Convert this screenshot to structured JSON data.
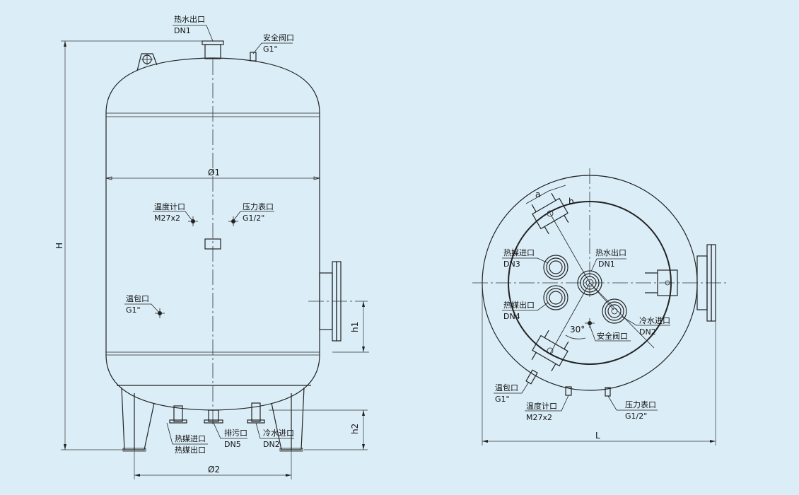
{
  "front_view": {
    "labels": {
      "hot_water_out": "热水出口",
      "hot_water_out_size": "DN1",
      "safety_valve": "安全阀口",
      "safety_valve_size": "G1\"",
      "thermometer": "温度计口",
      "thermometer_size": "M27x2",
      "pressure_gauge": "压力表口",
      "pressure_gauge_size": "G1/2\"",
      "temp_pocket": "温包口",
      "temp_pocket_size": "G1\"",
      "heating_in": "热媒进口",
      "heating_out": "热媒出口",
      "drain": "排污口",
      "drain_size": "DN5",
      "cold_water_in": "冷水进口",
      "cold_water_in_size": "DN2"
    },
    "dims": {
      "diameter1": "Ø1",
      "diameter2": "Ø2",
      "height": "H",
      "h1": "h1",
      "h2": "h2"
    }
  },
  "top_view": {
    "labels": {
      "heating_in": "热媒进口",
      "heating_in_size": "DN3",
      "heating_out": "热媒出口",
      "heating_out_size": "DN4",
      "hot_water_out": "热水出口",
      "hot_water_out_size": "DN1",
      "cold_water_in": "冷水进口",
      "cold_water_in_size": "DN2",
      "safety_valve": "安全阀口",
      "temp_pocket": "温包口",
      "temp_pocket_size": "G1\"",
      "thermometer": "温度计口",
      "thermometer_size": "M27x2",
      "pressure_gauge": "压力表口",
      "pressure_gauge_size": "G1/2\""
    },
    "dims": {
      "length": "L",
      "a": "a",
      "b": "b",
      "angle": "30°"
    }
  }
}
